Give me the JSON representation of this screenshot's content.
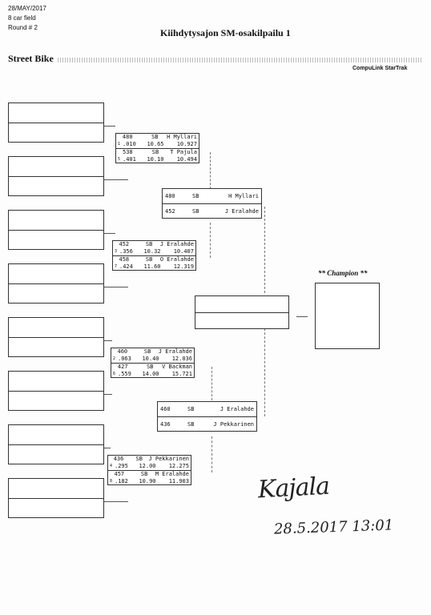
{
  "header": {
    "date": "28/MAY/2017",
    "field": "8 car field",
    "round": "Round # 2",
    "title": "Kiihdytysajon SM-osakilpailu 1",
    "class_name": "Street Bike",
    "vendor": "CompuLink StarTrak"
  },
  "round1": [
    {
      "top": {
        "num": "480",
        "cls": "SB",
        "name": "H Myllari",
        "seed": "1",
        "rt": ".010",
        "et": "10.65",
        "spd": "10.927"
      },
      "bot": {
        "num": "538",
        "cls": "SB",
        "name": "T Pajula",
        "seed": "5",
        "rt": ".401",
        "et": "10.10",
        "spd": "10.494"
      }
    },
    {
      "top": {
        "num": "452",
        "cls": "SB",
        "name": "J Eralahde",
        "seed": "3",
        "rt": ".356",
        "et": "10.32",
        "spd": "10.407"
      },
      "bot": {
        "num": "458",
        "cls": "SB",
        "name": "O Eralahde",
        "seed": "7",
        "rt": ".424",
        "et": "11.60",
        "spd": "12.319"
      }
    },
    {
      "top": {
        "num": "460",
        "cls": "SB",
        "name": "J Eralahde",
        "seed": "2",
        "rt": ".063",
        "et": "10.40",
        "spd": "12.036"
      },
      "bot": {
        "num": "427",
        "cls": "SB",
        "name": "V Backman",
        "seed": "6",
        "rt": ".559",
        "et": "14.00",
        "spd": "15.721"
      }
    },
    {
      "top": {
        "num": "436",
        "cls": "SB",
        "name": "J Pekkarinen",
        "seed": "4",
        "rt": ".295",
        "et": "12.00",
        "spd": "12.275"
      },
      "bot": {
        "num": "457",
        "cls": "SB",
        "name": "M Eralahde",
        "seed": "8",
        "rt": ".182",
        "et": "10.90",
        "spd": "11.903"
      }
    }
  ],
  "semis": [
    {
      "top": {
        "num": "480",
        "cls": "SB",
        "name": "H Myllari"
      },
      "bot": {
        "num": "452",
        "cls": "SB",
        "name": "J Eralahde"
      }
    },
    {
      "top": {
        "num": "460",
        "cls": "SB",
        "name": "J Eralahde"
      },
      "bot": {
        "num": "436",
        "cls": "SB",
        "name": "J Pekkarinen"
      }
    }
  ],
  "champion_label": "** Champion **",
  "signature": "Kajala",
  "signed_datetime": "28.5.2017 13:01"
}
